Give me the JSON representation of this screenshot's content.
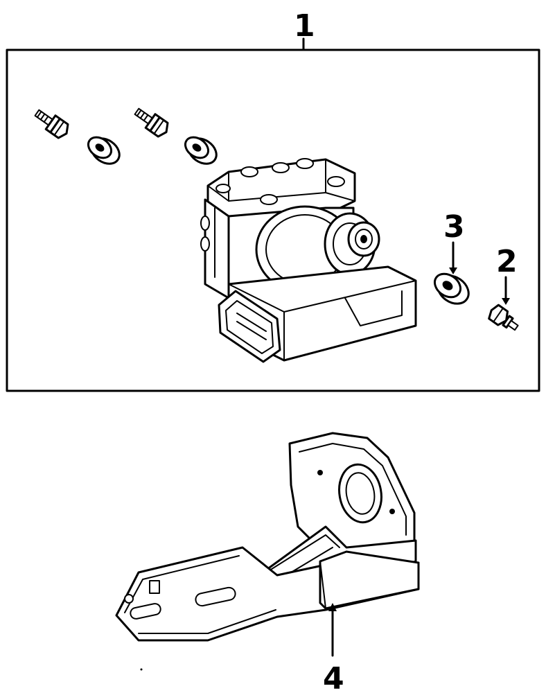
{
  "callouts": [
    {
      "id": "1",
      "label": "1"
    },
    {
      "id": "2",
      "label": "2"
    },
    {
      "id": "3",
      "label": "3"
    },
    {
      "id": "4",
      "label": "4"
    }
  ],
  "parts": {
    "assembly": "abs-hydraulic-modulator-assembly",
    "bolt": "mounting-bolt",
    "insulator": "insulator-grommet",
    "bracket": "mounting-bracket"
  }
}
